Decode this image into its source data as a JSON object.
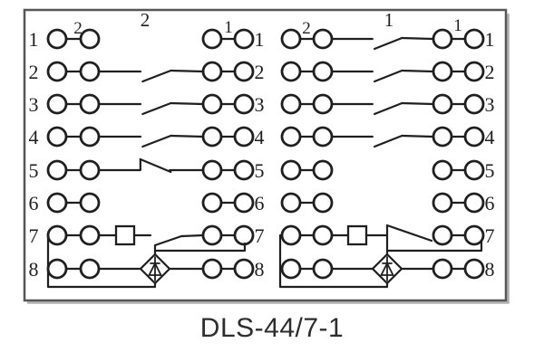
{
  "title": "DLS-44/7-1",
  "colors": {
    "line": "#1f1f1f",
    "border": "#565656",
    "border_shadow": "#b0b0b0",
    "background": "#ffffff",
    "title_text": "#2d2d2d"
  },
  "diagram": {
    "type": "relay-terminal-wiring",
    "panels": [
      {
        "id": "left",
        "top_label": "2",
        "left_pair_sup_label": "2",
        "right_pair_sup_label": "1",
        "left_row_numbers": [
          "1",
          "2",
          "3",
          "4",
          "5",
          "6",
          "7",
          "8"
        ],
        "right_row_numbers": [
          "1",
          "2",
          "3",
          "4",
          "5",
          "6",
          "7",
          "8"
        ],
        "rows": [
          {
            "n": "1",
            "middle": "none"
          },
          {
            "n": "2",
            "middle": "no-contact"
          },
          {
            "n": "3",
            "middle": "no-contact"
          },
          {
            "n": "4",
            "middle": "no-contact"
          },
          {
            "n": "5",
            "middle": "nc-contact"
          },
          {
            "n": "6",
            "middle": "none"
          },
          {
            "n": "7",
            "middle": "coil-no-contact"
          },
          {
            "n": "8",
            "middle": "bridge-rectifier"
          }
        ]
      },
      {
        "id": "right",
        "top_label": "1",
        "left_pair_sup_label": "2",
        "right_pair_sup_label": "1",
        "left_row_numbers": [],
        "right_row_numbers": [
          "1",
          "2",
          "3",
          "4",
          "5",
          "6",
          "7",
          "8"
        ],
        "rows": [
          {
            "n": "1",
            "middle": "no-contact"
          },
          {
            "n": "2",
            "middle": "no-contact"
          },
          {
            "n": "3",
            "middle": "no-contact"
          },
          {
            "n": "4",
            "middle": "no-contact"
          },
          {
            "n": "5",
            "middle": "none"
          },
          {
            "n": "6",
            "middle": "none"
          },
          {
            "n": "7",
            "middle": "coil-nc-contact"
          },
          {
            "n": "8",
            "middle": "bridge-rectifier"
          }
        ]
      }
    ]
  }
}
